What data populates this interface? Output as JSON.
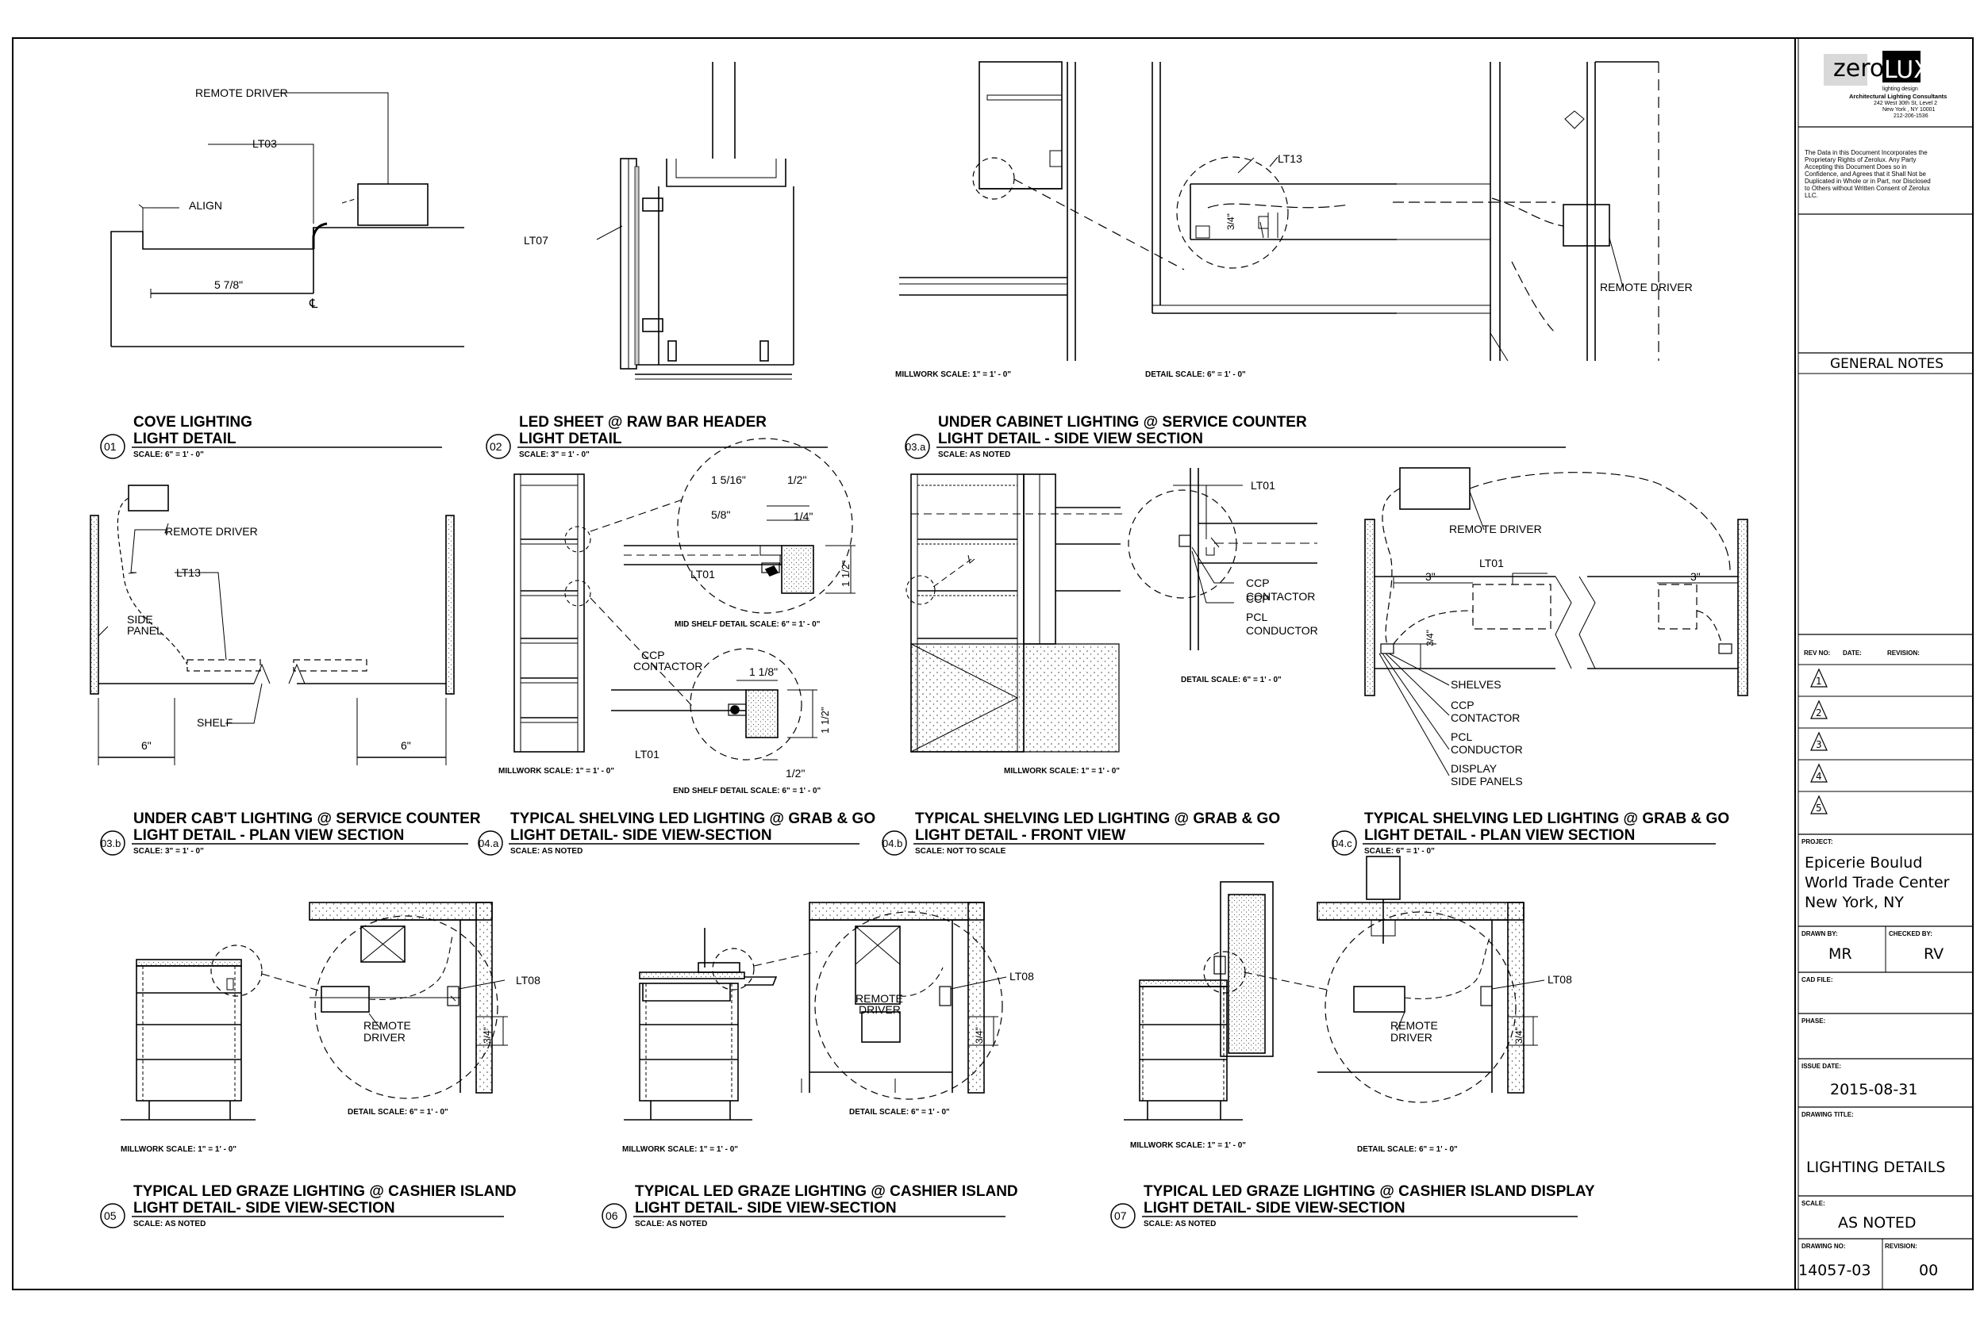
{
  "firm": {
    "logo_left": "zero",
    "logo_right": "LUX",
    "logo_tag": "lighting design",
    "line1": "Architectural Lighting Consultants",
    "line2": "242 West 30th St, Level 2",
    "line3": "New York , NY 10001",
    "line4": "212-206-1536"
  },
  "disclaimer": [
    "The Data in this Document Incorporates the",
    "Proprietary Rights of Zerolux.  Any Party",
    "Accepting this Document Does so in",
    "Confidence, and Agrees that it Shall Not be",
    "Duplicated in Whole or in Part, nor Disclosed",
    "to Others without Written Consent of Zerolux",
    "LLC."
  ],
  "general_notes": "GENERAL NOTES",
  "revisions": {
    "head_no": "REV NO:",
    "head_date": "DATE:",
    "head_rev": "REVISION:",
    "marks": [
      "1",
      "2",
      "3",
      "4",
      "5"
    ]
  },
  "project": {
    "label": "PROJECT:",
    "line1": "Epicerie Boulud",
    "line2": "World Trade Center",
    "line3": "New York, NY"
  },
  "drawn_by": {
    "label": "DRAWN BY:",
    "value": "MR"
  },
  "checked_by": {
    "label": "CHECKED BY:",
    "value": "RV"
  },
  "cad_file": {
    "label": "CAD FILE:"
  },
  "phase": {
    "label": "PHASE:"
  },
  "issue_date": {
    "label": "ISSUE DATE:",
    "value": "2015-08-31"
  },
  "drawing_title": {
    "label": "DRAWING TITLE:",
    "value": "LIGHTING DETAILS"
  },
  "scale": {
    "label": "SCALE:",
    "value": "AS NOTED"
  },
  "drawing_no": {
    "label": "DRAWING NO:",
    "value": "14057-03"
  },
  "revision": {
    "label": "REVISION:",
    "value": "00"
  },
  "details": [
    {
      "num": "01",
      "line1": "COVE LIGHTING",
      "line2": "LIGHT DETAIL",
      "scale": "SCALE: 6\" = 1' - 0\""
    },
    {
      "num": "02",
      "line1": "LED SHEET @ RAW BAR HEADER",
      "line2": "LIGHT DETAIL",
      "scale": "SCALE: 3\" = 1' - 0\""
    },
    {
      "num": "03.a",
      "line1": "UNDER CABINET LIGHTING @ SERVICE COUNTER",
      "line2": "LIGHT DETAIL - SIDE VIEW SECTION",
      "scale": "SCALE: AS NOTED"
    },
    {
      "num": "03.b",
      "line1": "UNDER CAB'T LIGHTING @ SERVICE COUNTER",
      "line2": "LIGHT DETAIL - PLAN VIEW SECTION",
      "scale": "SCALE: 3\" = 1' - 0\""
    },
    {
      "num": "04.a",
      "line1": "TYPICAL SHELVING LED LIGHTING @ GRAB & GO",
      "line2": "LIGHT DETAIL- SIDE VIEW-SECTION",
      "scale": "SCALE: AS NOTED"
    },
    {
      "num": "04.b",
      "line1": "TYPICAL SHELVING LED LIGHTING @ GRAB & GO",
      "line2": "LIGHT DETAIL - FRONT VIEW",
      "scale": "SCALE: NOT TO SCALE"
    },
    {
      "num": "04.c",
      "line1": "TYPICAL SHELVING LED LIGHTING @ GRAB & GO",
      "line2": "LIGHT DETAIL - PLAN VIEW SECTION",
      "scale": "SCALE: 6\" = 1' - 0\""
    },
    {
      "num": "05",
      "line1": "TYPICAL LED GRAZE LIGHTING @ CASHIER ISLAND",
      "line2": "LIGHT DETAIL- SIDE VIEW-SECTION",
      "scale": "SCALE: AS NOTED"
    },
    {
      "num": "06",
      "line1": "TYPICAL LED GRAZE LIGHTING @ CASHIER ISLAND",
      "line2": "LIGHT DETAIL- SIDE VIEW-SECTION",
      "scale": "SCALE: AS NOTED"
    },
    {
      "num": "07",
      "line1": "TYPICAL LED GRAZE LIGHTING @ CASHIER ISLAND DISPLAY",
      "line2": "LIGHT DETAIL- SIDE VIEW-SECTION",
      "scale": "SCALE: AS NOTED"
    }
  ],
  "notes": {
    "remote_driver": "REMOTE DRIVER",
    "remote": "REMOTE",
    "driver": "DRIVER",
    "lt03": "LT03",
    "lt07": "LT07",
    "lt13": "LT13",
    "lt01": "LT01",
    "lt08": "LT08",
    "align": "ALIGN",
    "dim_5_7_8": "5 7/8\"",
    "centerline": "℄",
    "side": "SIDE",
    "panel": "PANEL",
    "shelf": "SHELF",
    "dim_6": "6\"",
    "dim_3": "3\"",
    "dim_3_4": "3/4\"",
    "dim_1_5_16": "1 5/16\"",
    "dim_5_8": "5/8\"",
    "dim_1_2": "1/2\"",
    "dim_1_4": "1/4\"",
    "dim_1_1_2": "1 1/2\"",
    "dim_1_1_8": "1 1/8\"",
    "ccp": "CCP",
    "contactor": "CONTACTOR",
    "ccp_contactor": "CCP CONTACTOR",
    "pcl_conductor": "PCL CONDUCTOR",
    "pcl": "PCL",
    "conductor": "CONDUCTOR",
    "shelves": "SHELVES",
    "display": "DISPLAY",
    "side_panels": "SIDE PANELS",
    "millwork_scale": "MILLWORK SCALE: 1\" = 1' - 0\"",
    "detail_scale": "DETAIL SCALE: 6\" = 1' - 0\"",
    "mid_shelf_scale": "MID SHELF DETAIL SCALE: 6\" = 1' - 0\"",
    "end_shelf_scale": "END SHELF DETAIL SCALE: 6\" = 1' - 0\""
  }
}
